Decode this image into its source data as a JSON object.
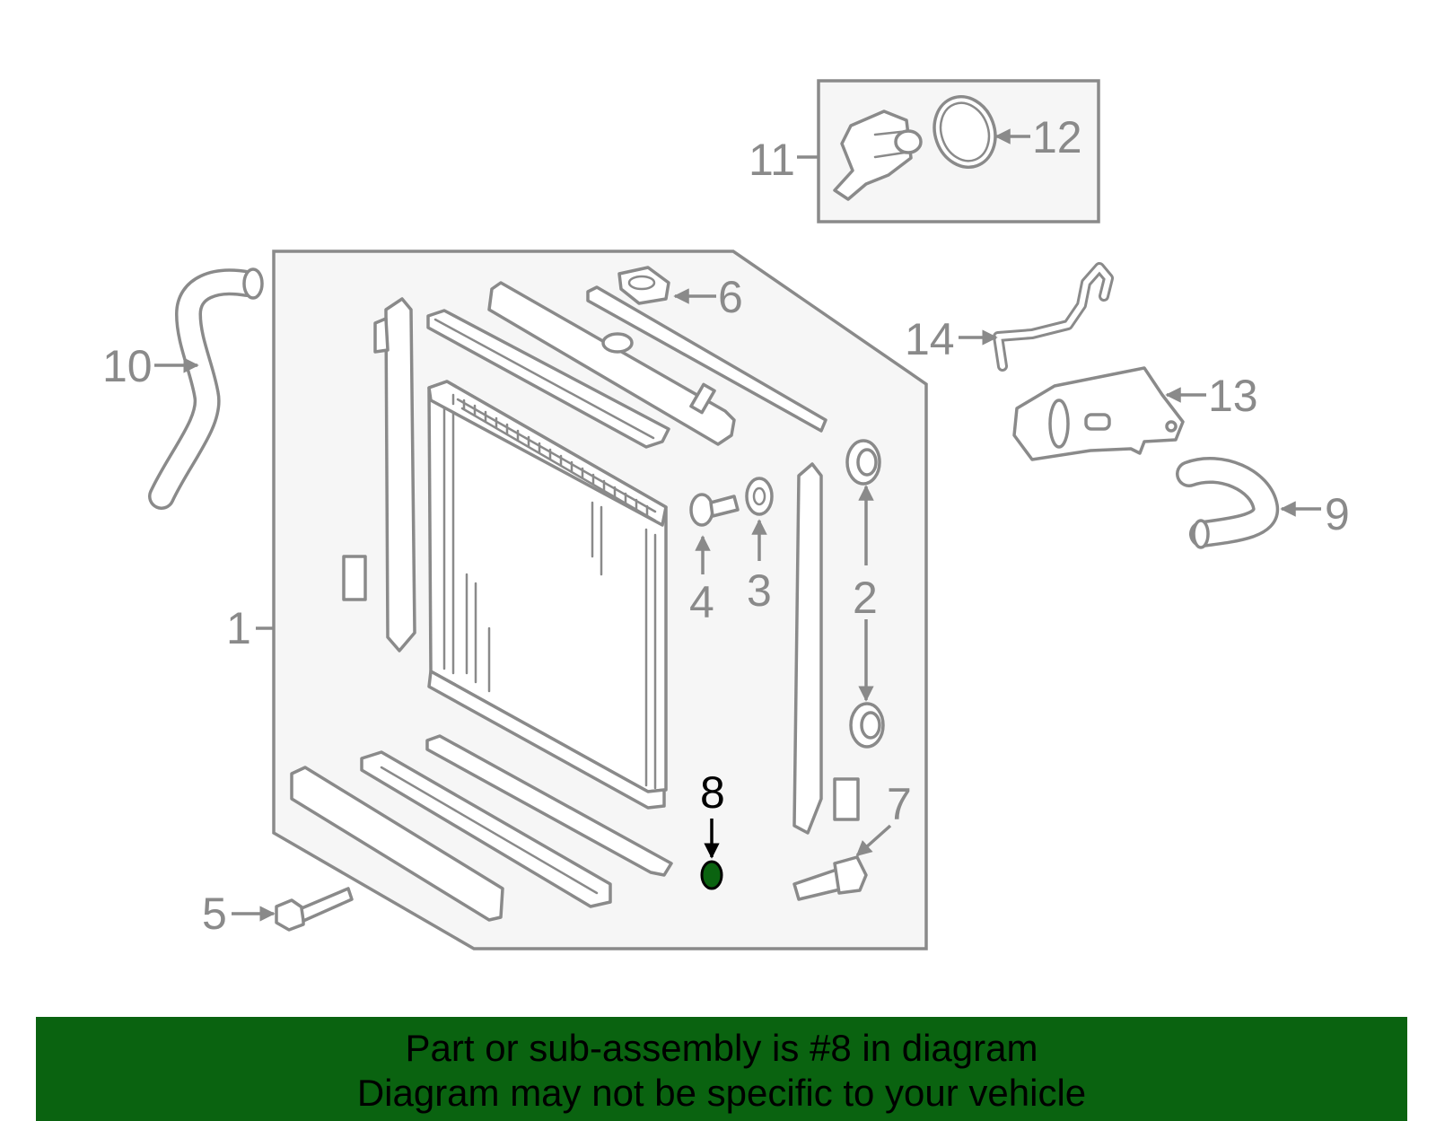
{
  "diagram": {
    "callouts": {
      "c1": "1",
      "c2": "2",
      "c3": "3",
      "c4": "4",
      "c5": "5",
      "c6": "6",
      "c7": "7",
      "c8": "8",
      "c9": "9",
      "c10": "10",
      "c11": "11",
      "c12": "12",
      "c13": "13",
      "c14": "14"
    },
    "highlighted_part": "8",
    "colors": {
      "line": "#8a8a8a",
      "panel": "#f6f6f6",
      "highlight": "#0a6310",
      "banner": "#0a6310"
    }
  },
  "banner": {
    "line1": "Part or sub-assembly is #8 in diagram",
    "line2": "Diagram may not be specific to your vehicle"
  }
}
